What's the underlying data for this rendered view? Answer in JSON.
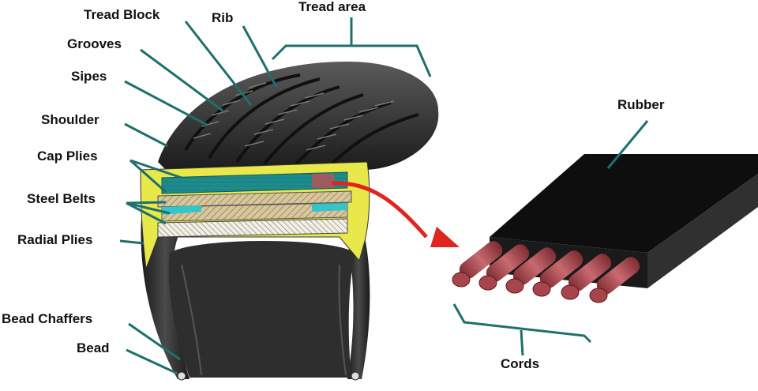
{
  "labels": {
    "tread_block": "Tread Block",
    "rib": "Rib",
    "tread_area": "Tread area",
    "grooves": "Grooves",
    "sipes": "Sipes",
    "shoulder": "Shoulder",
    "cap_plies": "Cap Plies",
    "steel_belts": "Steel Belts",
    "radial_plies": "Radial Plies",
    "bead_chaffers": "Bead Chaffers",
    "bead": "Bead",
    "rubber": "Rubber",
    "cords": "Cords"
  },
  "colors": {
    "leader_line": "#1f6f6c",
    "tire_rubber": "#2b2b2b",
    "cap_ply_layer": "#e8e84a",
    "cap_ply_band": "#1e8c8c",
    "steel_belt": "#c9b88a",
    "steel_belt_accent": "#35c4c9",
    "radial_ply": "#e9e4d2",
    "cord": "#b5525a",
    "rubber_block": "#111111",
    "arrow": "#e0241e"
  },
  "icons": {
    "arrow": "red-curved-arrow-icon"
  }
}
